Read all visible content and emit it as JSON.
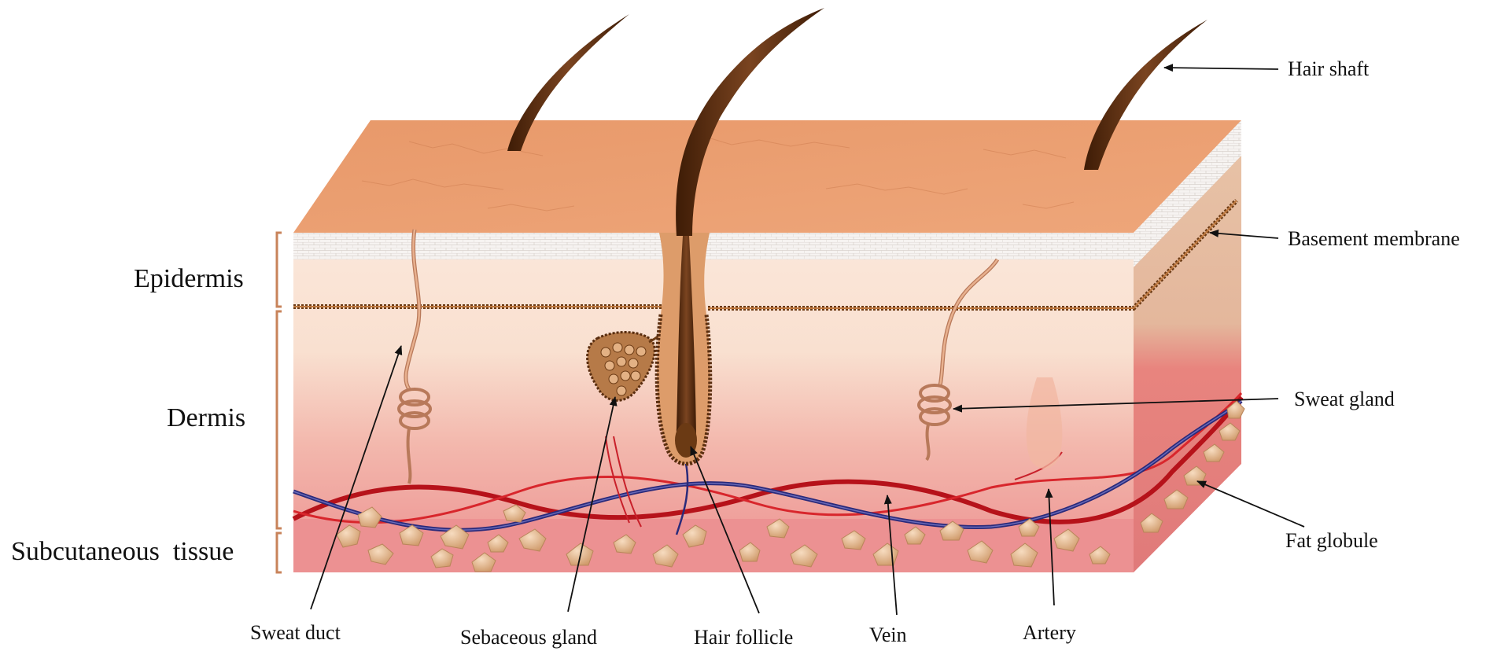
{
  "layers": {
    "epidermis": "Epidermis",
    "dermis": "Dermis",
    "subcutaneous": "Subcutaneous  tissue"
  },
  "right_labels": {
    "hair_shaft": "Hair shaft",
    "basement_membrane": "Basement membrane",
    "sweat_gland": "Sweat gland",
    "fat_globule": "Fat globule"
  },
  "bottom_labels": {
    "sweat_duct": "Sweat duct",
    "sebaceous_gland": "Sebaceous gland",
    "hair_follicle": "Hair follicle",
    "vein": "Vein",
    "artery": "Artery"
  },
  "colors": {
    "skin_surface": "#e9a072",
    "epidermis": "#f8dccb",
    "dermis_top": "#fbe6d8",
    "dermis_bottom": "#ef9e9a",
    "subcutaneous": "#ec8e8c",
    "hair": "#5a2e10",
    "artery": "#c0141c",
    "vein": "#2a2a7a",
    "fat": "#e3b487",
    "brace": "#c8835a"
  }
}
